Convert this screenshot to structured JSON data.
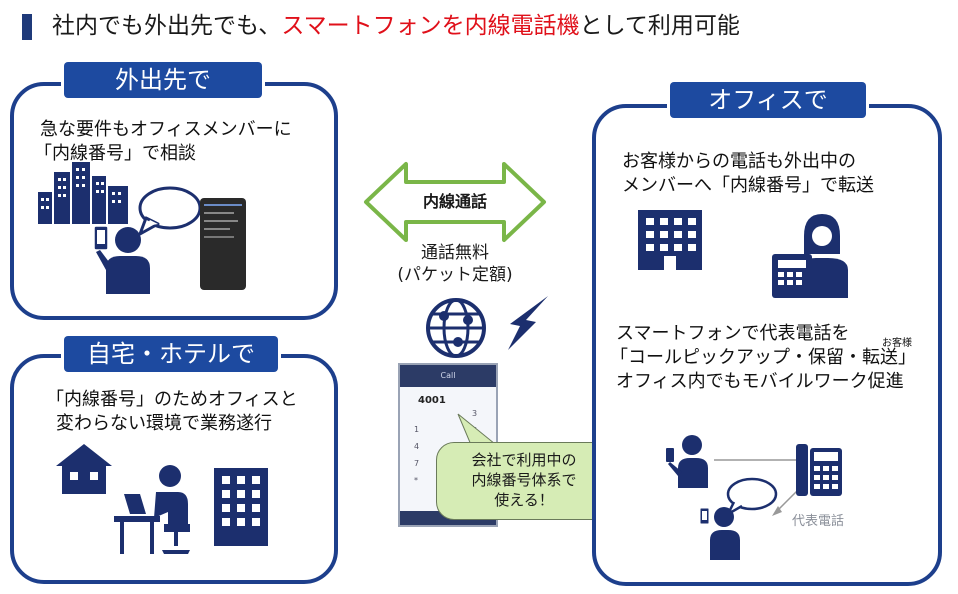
{
  "title": {
    "prefix": "社内でも外出先でも、",
    "highlight": "スマートフォンを内線電話機",
    "suffix": "として利用可能"
  },
  "outside": {
    "tag": "外出先で",
    "line1": "急な要件もオフィスメンバーに",
    "line2": "「内線番号」で相談"
  },
  "home": {
    "tag": "自宅・ホテルで",
    "line1": "「内線番号」のためオフィスと",
    "line2": "変わらない環境で業務遂行"
  },
  "center": {
    "arrow_label": "内線通話",
    "free_line1": "通話無料",
    "free_line2": "(パケット定額)",
    "phone_number": "4001",
    "bubble_line1": "会社で利用中の",
    "bubble_line2": "内線番号体系で",
    "bubble_line3": "使える！"
  },
  "office": {
    "tag": "オフィスで",
    "line1": "お客様からの電話も外出中の",
    "line2": "メンバーへ「内線番号」で転送",
    "line3": "スマートフォンで代表電話を",
    "line4": "「コールピックアップ・保留・転送」",
    "line5": "オフィス内でもモバイルワーク促進",
    "ruby": "お客様",
    "rep_phone": "代表電話"
  },
  "colors": {
    "navy": "#1d3f8c",
    "tag_bg": "#1d4aa0",
    "highlight_red": "#e0101a",
    "arrow_green": "#7ab648",
    "bubble_green": "#d6ecb5",
    "icon_navy": "#1c2f6e"
  }
}
